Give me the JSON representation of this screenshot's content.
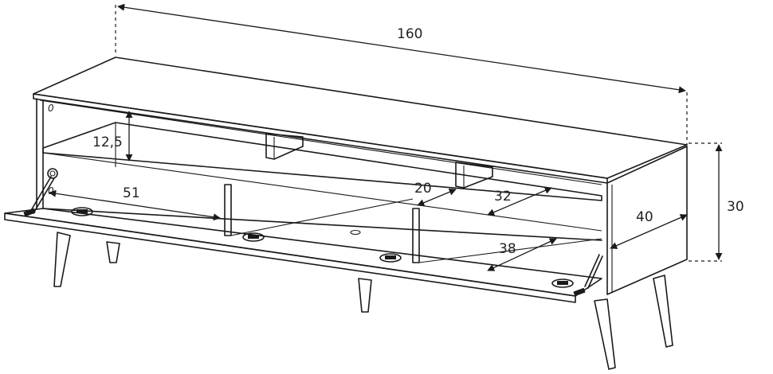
{
  "dimensions": {
    "width": "160",
    "height": "30",
    "depth": "40",
    "shelf_height": "12,5",
    "drawer_width": "51",
    "shelf_depth": "20",
    "inner_depth": "32",
    "lower_depth": "38"
  },
  "colors": {
    "line": "#1a1a1a",
    "background": "#ffffff"
  }
}
